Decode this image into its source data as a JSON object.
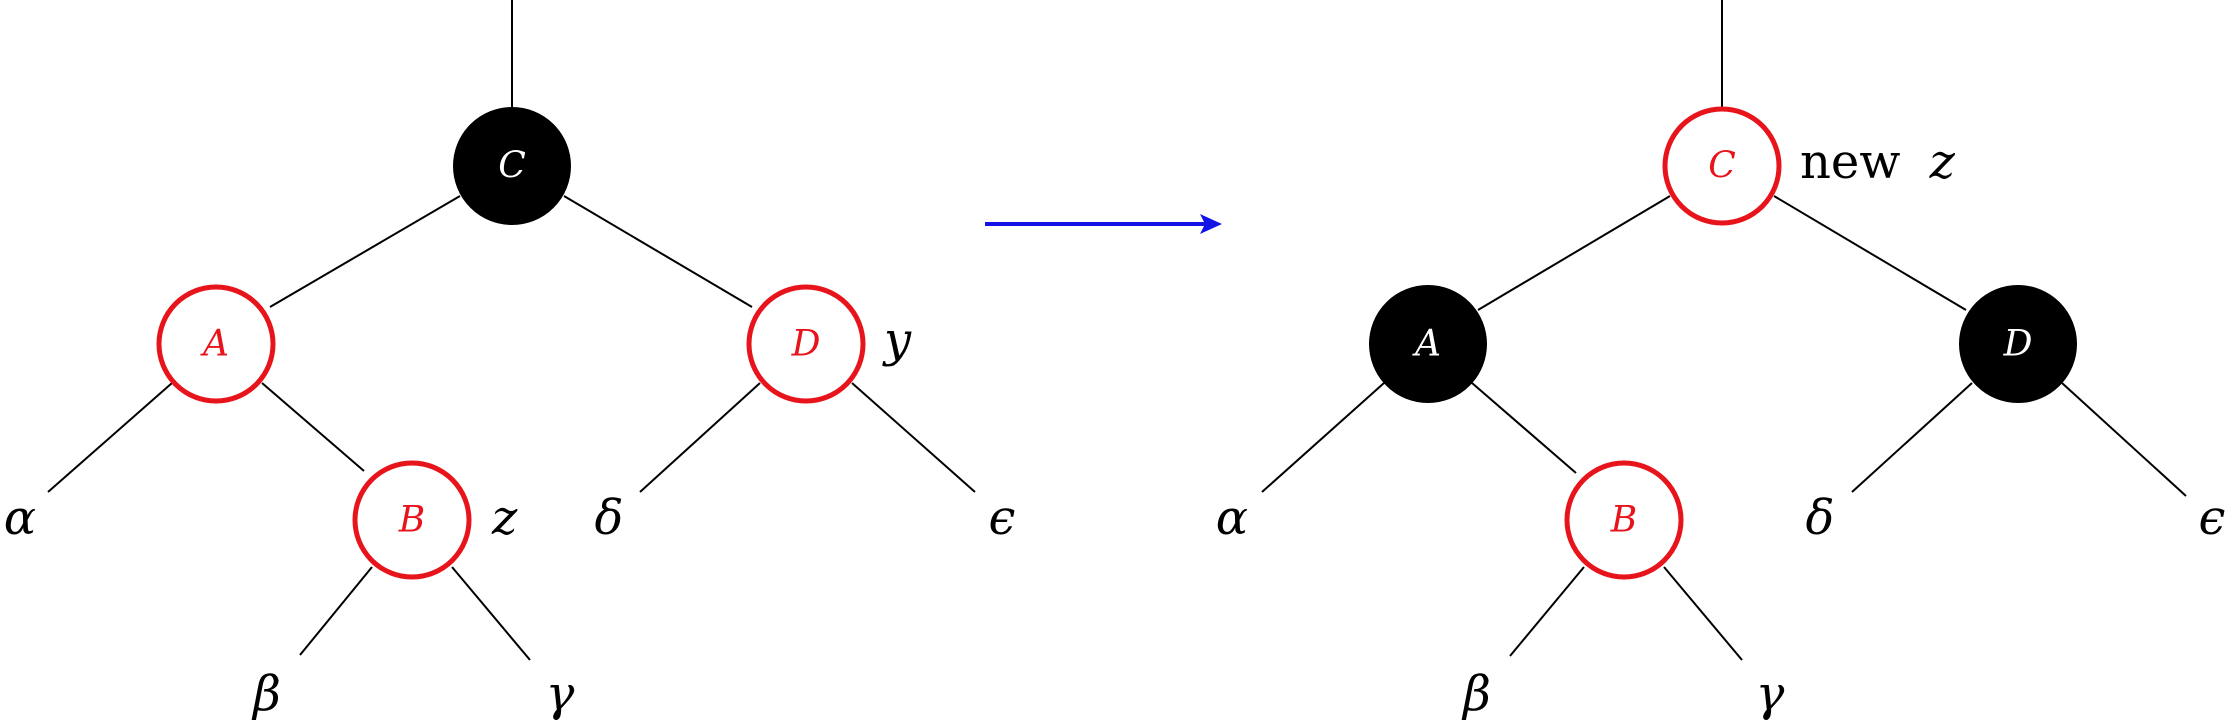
{
  "colors": {
    "red": "#e8141c",
    "black": "#000000",
    "arrow": "#1414e6"
  },
  "before": {
    "nodes": {
      "C": {
        "label": "C",
        "color": "black"
      },
      "A": {
        "label": "A",
        "color": "red"
      },
      "D": {
        "label": "D",
        "color": "red"
      },
      "B": {
        "label": "B",
        "color": "red"
      }
    },
    "subtrees": {
      "alpha": "α",
      "beta": "β",
      "gamma": "γ",
      "delta": "δ",
      "epsilon": "ϵ"
    },
    "annotations": {
      "y": "y",
      "z": "z"
    }
  },
  "after": {
    "nodes": {
      "C": {
        "label": "C",
        "color": "red"
      },
      "A": {
        "label": "A",
        "color": "black"
      },
      "D": {
        "label": "D",
        "color": "black"
      },
      "B": {
        "label": "B",
        "color": "red"
      }
    },
    "subtrees": {
      "alpha": "α",
      "beta": "β",
      "gamma": "γ",
      "delta": "δ",
      "epsilon": "ϵ"
    },
    "annotations": {
      "new_word": "new",
      "z": "z"
    }
  },
  "transition_arrow": "arrow-right-icon"
}
